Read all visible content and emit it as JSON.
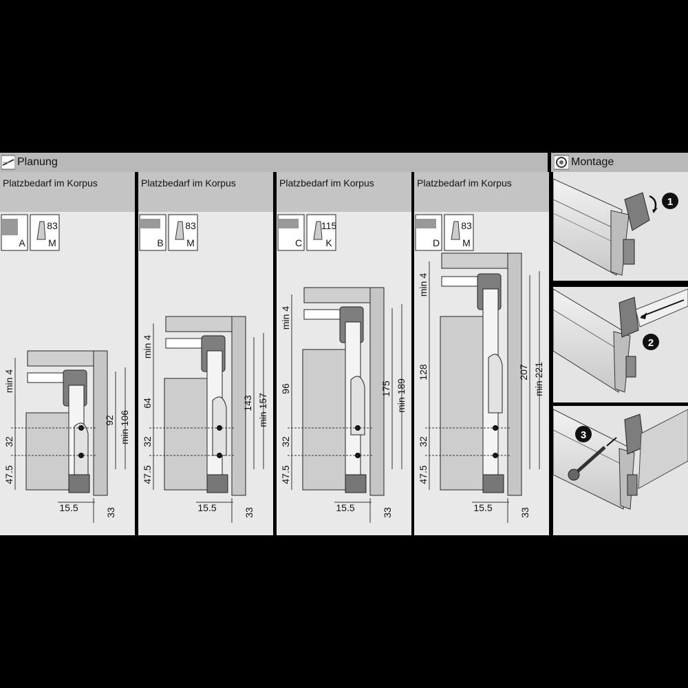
{
  "header": {
    "planung_label": "Planung",
    "montage_label": "Montage"
  },
  "panels": [
    {
      "title": "Platzbedarf im Korpus",
      "type_letter": "A",
      "rail_letter": "M",
      "rail_height": "83",
      "dims": {
        "gap": "min 4",
        "front": "92",
        "total": "min 106",
        "d32": "32",
        "d47": "47.5",
        "side": "15.5",
        "depth": "33"
      }
    },
    {
      "title": "Platzbedarf im Korpus",
      "type_letter": "B",
      "rail_letter": "M",
      "rail_height": "83",
      "dims": {
        "gap": "min 4",
        "extra": "64",
        "front": "143",
        "total": "min 157",
        "d32": "32",
        "d47": "47.5",
        "side": "15.5",
        "depth": "33"
      }
    },
    {
      "title": "Platzbedarf im Korpus",
      "type_letter": "C",
      "rail_letter": "K",
      "rail_height": "115",
      "dims": {
        "gap": "min 4",
        "extra": "96",
        "front": "175",
        "total": "min 189",
        "d32": "32",
        "d47": "47.5",
        "side": "15.5",
        "depth": "33"
      }
    },
    {
      "title": "Platzbedarf im Korpus",
      "type_letter": "D",
      "rail_letter": "M",
      "rail_height": "83",
      "dims": {
        "gap": "min 4",
        "extra": "128",
        "front": "207",
        "total": "min 221",
        "d32": "32",
        "d47": "47.5",
        "side": "15.5",
        "depth": "33"
      }
    }
  ],
  "steps": [
    "1",
    "2",
    "3"
  ],
  "colors": {
    "background": "#000000",
    "header": "#b9b9b9",
    "panel": "#e9e9e9",
    "panel_head": "#c4c4c4",
    "part_gray": "#8a8a8a"
  }
}
